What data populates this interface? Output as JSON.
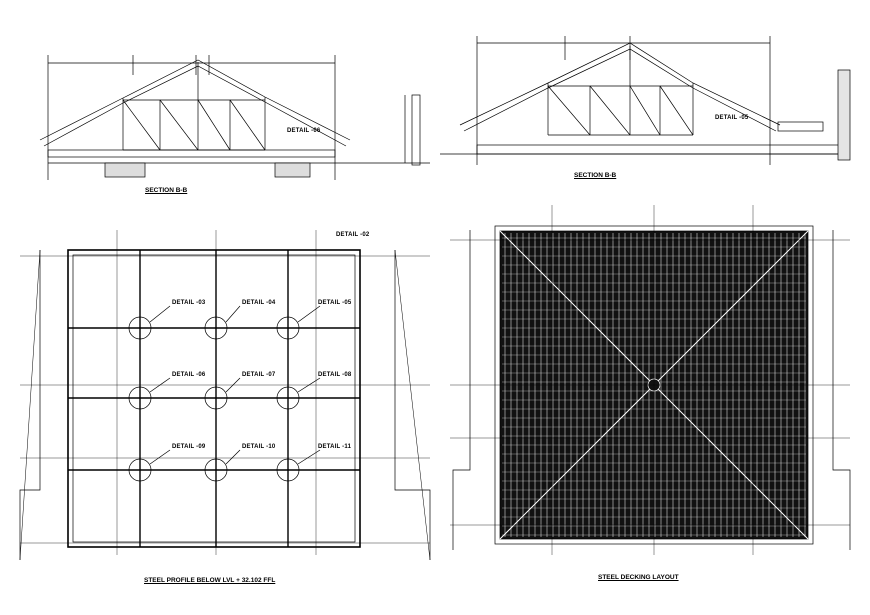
{
  "drawing": {
    "section_title": "SECTION B-B",
    "section_title_2": "SECTION B-B",
    "detail_label": "DETAIL -06",
    "detail_label_2": "DETAIL -05",
    "plan_left_title": "STEEL PROFILE BELOW LVL + 32.102 FFL",
    "plan_right_title": "STEEL DECKING LAYOUT",
    "plan_detail_callout": "DETAIL -02",
    "grid_details": [
      {
        "label": "DETAIL -03"
      },
      {
        "label": "DETAIL -04"
      },
      {
        "label": "DETAIL -05"
      },
      {
        "label": "DETAIL -06"
      },
      {
        "label": "DETAIL -07"
      },
      {
        "label": "DETAIL -08"
      },
      {
        "label": "DETAIL -09"
      },
      {
        "label": "DETAIL -10"
      },
      {
        "label": "DETAIL -11"
      }
    ]
  },
  "colors": {
    "line": "#000000",
    "hatch": "#111111",
    "background": "#ffffff"
  }
}
